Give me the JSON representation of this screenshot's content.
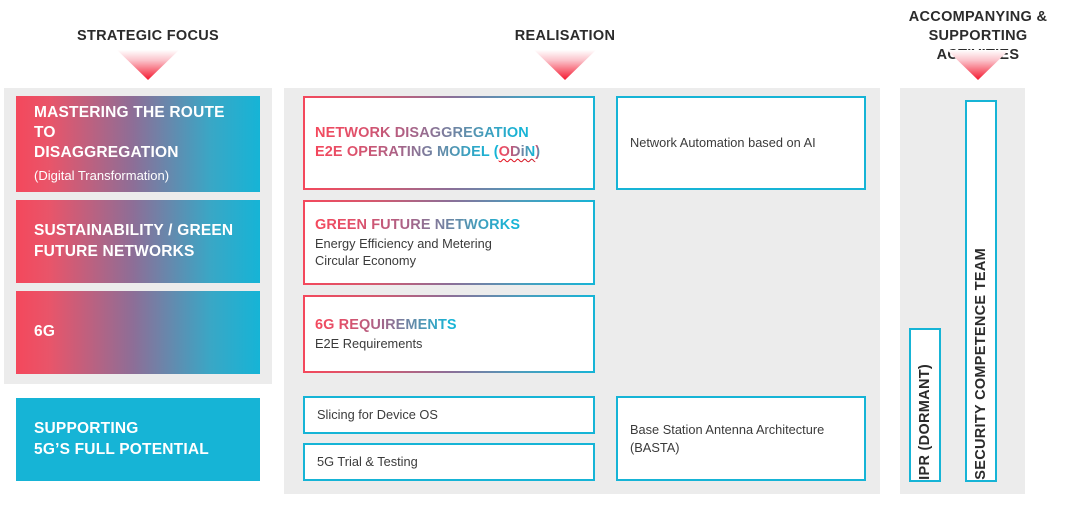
{
  "headings": {
    "strategic": "STRATEGIC FOCUS",
    "realisation": "REALISATION",
    "accompanying": "ACCOMPANYING &\nSUPPORTING ACTIVITIES"
  },
  "colors": {
    "red": "#f4485c",
    "cyan": "#16b4d6",
    "panel_grey": "#ececec",
    "text_dark": "#2b2b2b",
    "spellcheck_red": "#e8202a"
  },
  "strategic_focus": {
    "cards": [
      {
        "id": "mastering",
        "title_line1": "MASTERING THE ROUTE TO",
        "title_line2": "DISAGGREGATION",
        "subtitle": "(Digital Transformation)",
        "style": "gradient"
      },
      {
        "id": "sustainability",
        "title_line1": "SUSTAINABILITY / GREEN",
        "title_line2": "FUTURE NETWORKS",
        "subtitle": "",
        "style": "gradient"
      },
      {
        "id": "sixg",
        "title_line1": "6G",
        "title_line2": "",
        "subtitle": "",
        "style": "gradient"
      },
      {
        "id": "supporting",
        "title_line1": "SUPPORTING",
        "title_line2": "5G’S FULL POTENTIAL",
        "subtitle": "",
        "style": "solid"
      }
    ]
  },
  "realisation": {
    "left_column": [
      {
        "id": "odin",
        "title_line1": "NETWORK DISAGGREGATION",
        "title_line2_pre": "E2E OPERATING MODEL (",
        "title_line2_spell": "ODiN",
        "title_line2_post": ")",
        "sub_lines": [],
        "border": "gradient"
      },
      {
        "id": "green-future-networks",
        "title": "GREEN FUTURE NETWORKS",
        "sub_lines": [
          "Energy Efficiency and Metering",
          "Circular Economy"
        ],
        "border": "gradient"
      },
      {
        "id": "6g-requirements",
        "title": "6G REQUIREMENTS",
        "sub_lines": [
          "E2E Requirements"
        ],
        "border": "gradient"
      },
      {
        "id": "slicing-device-os",
        "title": "",
        "plain": "Slicing for Device OS",
        "border": "cyan"
      },
      {
        "id": "5g-trial-testing",
        "title": "",
        "plain": "5G Trial & Testing",
        "border": "cyan"
      }
    ],
    "right_column": [
      {
        "id": "network-automation-ai",
        "plain": "Network Automation based on AI",
        "border": "cyan"
      },
      {
        "id": "basta",
        "plain_line1": "Base Station Antenna Architecture",
        "plain_line2": "(BASTA)",
        "border": "cyan"
      }
    ]
  },
  "accompanying": {
    "boxes": [
      {
        "id": "ipr",
        "label": "IPR (DORMANT)"
      },
      {
        "id": "security",
        "label": "SECURITY COMPETENCE TEAM"
      }
    ]
  },
  "icons": {
    "arrow": "down-arrow-icon"
  }
}
